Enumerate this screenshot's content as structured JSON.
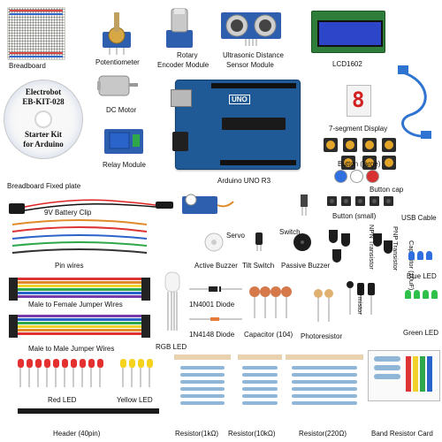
{
  "labels": {
    "breadboard": "Breadboard",
    "potentiometer": "Potentiometer",
    "rotary": "Rotary",
    "rotary_encoder": "Encoder Module",
    "ultrasonic_line1": "Ultrasonic Distance",
    "ultrasonic_line2": "Sensor Module",
    "lcd": "LCD1602",
    "dc_motor": "DC Motor",
    "relay": "Relay Module",
    "seven_seg": "7-segment Display",
    "arduino": "Arduino UNO R3",
    "button_large": "Button (large)",
    "button_cap": "Button cap",
    "bb_plate": "Breadboard Fixed plate",
    "battery_clip": "9V Battery Clip",
    "pin_wires": "Pin wires",
    "servo": "Servo",
    "switch": "Switch",
    "button_small": "Button (small)",
    "usb_cable": "USB Cable",
    "npn": "NPN Transistor",
    "pnp": "PNP Transistor",
    "capacitor_10uf": "Capacitor (10uF)",
    "blue_led": "Blue LED",
    "active_buzzer": "Active Buzzer",
    "tilt_switch": "Tilt Switch",
    "passive_buzzer": "Passive Buzzer",
    "mf_jumper": "Male to Female Jumper Wires",
    "d4001": "1N4001 Diode",
    "thermistor": "Thermistor",
    "d4148": "1N4148 Diode",
    "cap104": "Capacitor (104)",
    "photoresistor": "Photoresistor",
    "green_led": "Green LED",
    "mm_jumper": "Male to Male Jumper Wires",
    "rgb_led": "RGB LED",
    "red_led": "Red LED",
    "yellow_led": "Yellow LED",
    "header": "Header (40pin)",
    "res1k": "Resistor(1kΩ)",
    "res10k": "Resistor(10kΩ)",
    "res220": "Resistor(220Ω)",
    "band_card": "Band Resistor Card"
  },
  "cd": {
    "line1": "Electrobot",
    "line2": "EB-KIT-028",
    "line3": "Starter Kit",
    "line4": "for Arduino"
  },
  "board_text": {
    "uno": "UNO",
    "segment_digit": "8"
  },
  "colors": {
    "arduino_blue": "#1f5a97",
    "lcd_blue": "#2d45c9",
    "led_red": "#e53030",
    "led_yellow": "#f5d21c",
    "led_blue": "#2f6fe0",
    "led_green": "#2ec04a",
    "button_yellow": "#e2a52a"
  }
}
